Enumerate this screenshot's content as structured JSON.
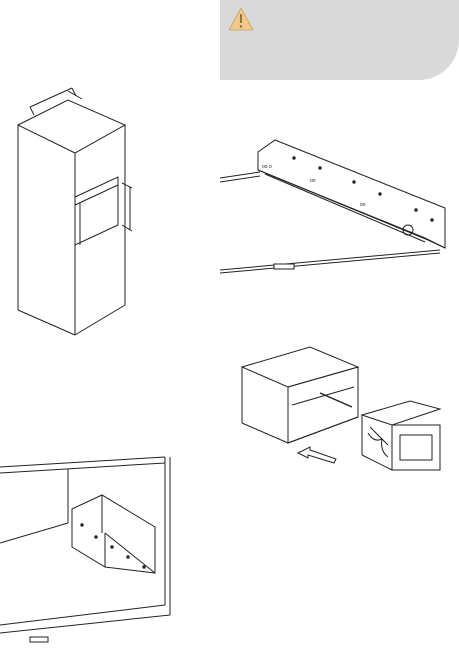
{
  "warning_box": {
    "icon": "warning-triangle-icon",
    "background": "#d9d9d9",
    "icon_color": "#f3c98a"
  },
  "figures": [
    {
      "name": "cabinet-tower-illustration"
    },
    {
      "name": "mounting-rail-illustration"
    },
    {
      "name": "appliance-insertion-illustration"
    },
    {
      "name": "niche-interior-illustration"
    }
  ]
}
